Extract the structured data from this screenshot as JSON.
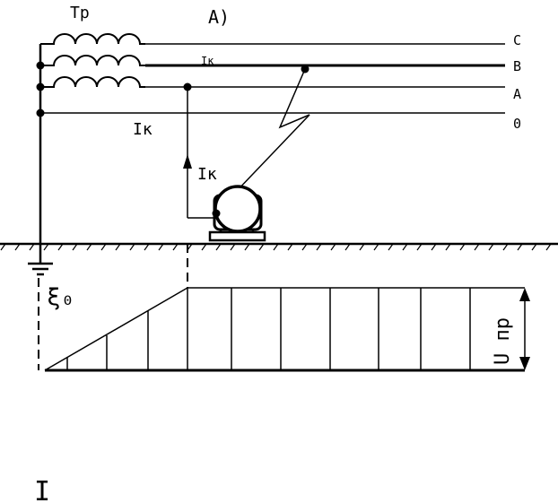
{
  "title": "А)",
  "transformer_label": "Тр",
  "phases": [
    "C",
    "B",
    "A",
    "0"
  ],
  "current_labels": {
    "on_phase_b": "Iк",
    "on_neutral": "Iк",
    "on_lead": "Iк"
  },
  "ground_symbol_label": "ξ₀",
  "voltage_label": "U пр",
  "panel_marker": "I"
}
